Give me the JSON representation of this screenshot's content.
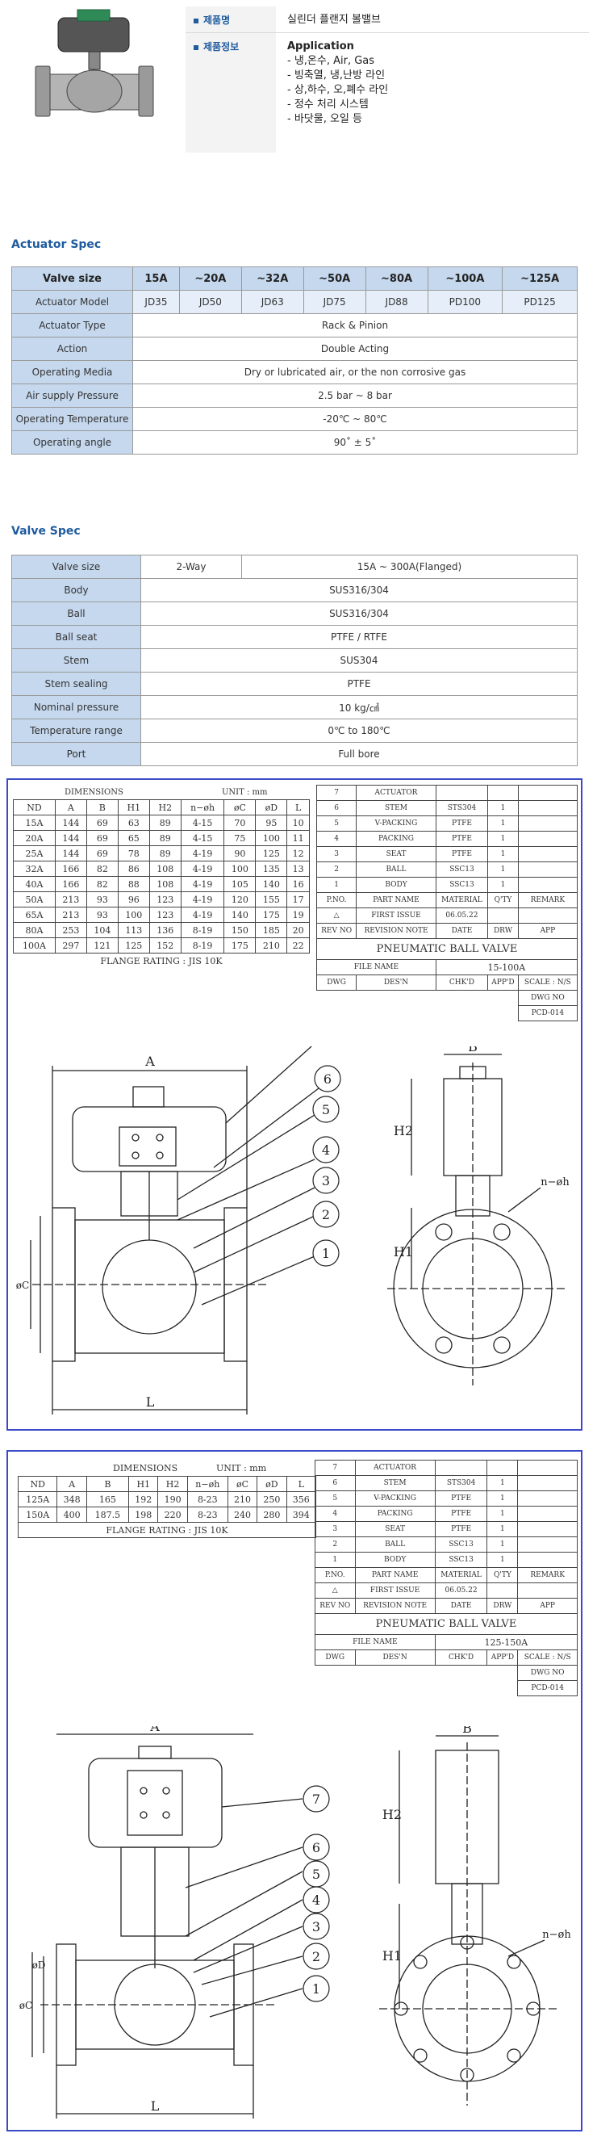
{
  "product": {
    "name_label": "제품명",
    "name_value": "실린더 플랜지 볼밸브",
    "info_label": "제품정보",
    "info_title": "Application",
    "info_lines": [
      "- 냉,온수, Air, Gas",
      "- 빙축열, 냉,난방 라인",
      "- 상,하수, 오,폐수 라인",
      "- 정수 처리 시스템",
      "- 바닷물, 오일 등"
    ]
  },
  "actuator": {
    "title": "Actuator Spec",
    "size_label": "Valve size",
    "sizes": [
      "15A",
      "~20A",
      "~32A",
      "~50A",
      "~80A",
      "~100A",
      "~125A"
    ],
    "model_label": "Actuator Model",
    "models": [
      "JD35",
      "JD50",
      "JD63",
      "JD75",
      "JD88",
      "PD100",
      "PD125"
    ],
    "rows": [
      {
        "label": "Actuator Type",
        "value": "Rack & Pinion"
      },
      {
        "label": "Action",
        "value": "Double Acting"
      },
      {
        "label": "Operating Media",
        "value": "Dry or lubricated air, or the non corrosive gas"
      },
      {
        "label": "Air supply Pressure",
        "value": "2.5 bar ~ 8 bar"
      },
      {
        "label": "Operating Temperature",
        "value": "-20℃ ~ 80℃"
      },
      {
        "label": "Operating angle",
        "value": "90˚ ± 5˚"
      }
    ]
  },
  "valve": {
    "title": "Valve Spec",
    "size_label": "Valve size",
    "way": "2-Way",
    "range": "15A ~ 300A(Flanged)",
    "rows": [
      {
        "label": "Body",
        "value": "SUS316/304"
      },
      {
        "label": "Ball",
        "value": "SUS316/304"
      },
      {
        "label": "Ball seat",
        "value": "PTFE / RTFE"
      },
      {
        "label": "Stem",
        "value": "SUS304"
      },
      {
        "label": "Stem sealing",
        "value": "PTFE"
      },
      {
        "label": "Nominal pressure",
        "value": "10 kg/㎠"
      },
      {
        "label": "Temperature range",
        "value": "0℃ to 180℃"
      },
      {
        "label": "Port",
        "value": "Full bore"
      }
    ]
  },
  "drawing1": {
    "dim_title": "DIMENSIONS",
    "dim_unit": "UNIT : mm",
    "headers": [
      "ND",
      "A",
      "B",
      "H1",
      "H2",
      "n−øh",
      "øC",
      "øD",
      "L"
    ],
    "rows": [
      [
        "15A",
        "144",
        "69",
        "63",
        "89",
        "4-15",
        "70",
        "95",
        "10"
      ],
      [
        "20A",
        "144",
        "69",
        "65",
        "89",
        "4-15",
        "75",
        "100",
        "11"
      ],
      [
        "25A",
        "144",
        "69",
        "78",
        "89",
        "4-19",
        "90",
        "125",
        "12"
      ],
      [
        "32A",
        "166",
        "82",
        "86",
        "108",
        "4-19",
        "100",
        "135",
        "13"
      ],
      [
        "40A",
        "166",
        "82",
        "88",
        "108",
        "4-19",
        "105",
        "140",
        "16"
      ],
      [
        "50A",
        "213",
        "93",
        "96",
        "123",
        "4-19",
        "120",
        "155",
        "17"
      ],
      [
        "65A",
        "213",
        "93",
        "100",
        "123",
        "4-19",
        "140",
        "175",
        "19"
      ],
      [
        "80A",
        "253",
        "104",
        "113",
        "136",
        "8-19",
        "150",
        "185",
        "20"
      ],
      [
        "100A",
        "297",
        "121",
        "125",
        "152",
        "8-19",
        "175",
        "210",
        "22"
      ]
    ],
    "flange": "FLANGE RATING : JIS 10K",
    "parts": [
      [
        "7",
        "ACTUATOR",
        "",
        ""
      ],
      [
        "6",
        "STEM",
        "STS304",
        "1"
      ],
      [
        "5",
        "V-PACKING",
        "PTFE",
        "1"
      ],
      [
        "4",
        "PACKING",
        "PTFE",
        "1"
      ],
      [
        "3",
        "SEAT",
        "PTFE",
        "1"
      ],
      [
        "2",
        "BALL",
        "SSC13",
        "1"
      ],
      [
        "1",
        "BODY",
        "SSC13",
        "1"
      ]
    ],
    "parts_head": [
      "P.NO.",
      "PART NAME",
      "MATERIAL",
      "Q'TY",
      "REMARK"
    ],
    "first_issue": "FIRST ISSUE",
    "issue_date": "06.05.22",
    "rev_head": [
      "REV NO",
      "REVISION NOTE",
      "DATE",
      "DRW",
      "APP"
    ],
    "drawing_title": "PNEUMATIC BALL VALVE",
    "file_label": "FILE NAME",
    "file_name": "15-100A",
    "sign": [
      "DWG",
      "DES'N",
      "CHK'D",
      "APP'D"
    ],
    "scale": "SCALE : N/S",
    "dwg_no": "DWG NO",
    "pcd": "PCD-014"
  },
  "drawing2": {
    "dim_title": "DIMENSIONS",
    "dim_unit": "UNIT : mm",
    "headers": [
      "ND",
      "A",
      "B",
      "H1",
      "H2",
      "n−øh",
      "øC",
      "øD",
      "L"
    ],
    "rows": [
      [
        "125A",
        "348",
        "165",
        "192",
        "190",
        "8-23",
        "210",
        "250",
        "356"
      ],
      [
        "150A",
        "400",
        "187.5",
        "198",
        "220",
        "8-23",
        "240",
        "280",
        "394"
      ]
    ],
    "flange": "FLANGE RATING : JIS 10K",
    "parts": [
      [
        "7",
        "ACTUATOR",
        "",
        ""
      ],
      [
        "6",
        "STEM",
        "STS304",
        "1"
      ],
      [
        "5",
        "V-PACKING",
        "PTFE",
        "1"
      ],
      [
        "4",
        "PACKING",
        "PTFE",
        "1"
      ],
      [
        "3",
        "SEAT",
        "PTFE",
        "1"
      ],
      [
        "2",
        "BALL",
        "SSC13",
        "1"
      ],
      [
        "1",
        "BODY",
        "SSC13",
        "1"
      ]
    ],
    "parts_head": [
      "P.NO.",
      "PART NAME",
      "MATERIAL",
      "Q'TY",
      "REMARK"
    ],
    "first_issue": "FIRST ISSUE",
    "issue_date": "06.05.22",
    "rev_head": [
      "REV NO",
      "REVISION NOTE",
      "DATE",
      "DRW",
      "APP"
    ],
    "drawing_title": "PNEUMATIC BALL VALVE",
    "file_label": "FILE NAME",
    "file_name": "125-150A",
    "sign": [
      "DWG",
      "DES'N",
      "CHK'D",
      "APP'D"
    ],
    "scale": "SCALE : N/S",
    "dwg_no": "DWG NO",
    "pcd": "PCD-014"
  },
  "labels": {
    "A": "A",
    "B": "B",
    "H1": "H1",
    "H2": "H2",
    "L": "L",
    "nh": "n−øh",
    "C": "øC",
    "D": "øD",
    "callouts": [
      "1",
      "2",
      "3",
      "4",
      "5",
      "6",
      "7"
    ]
  }
}
